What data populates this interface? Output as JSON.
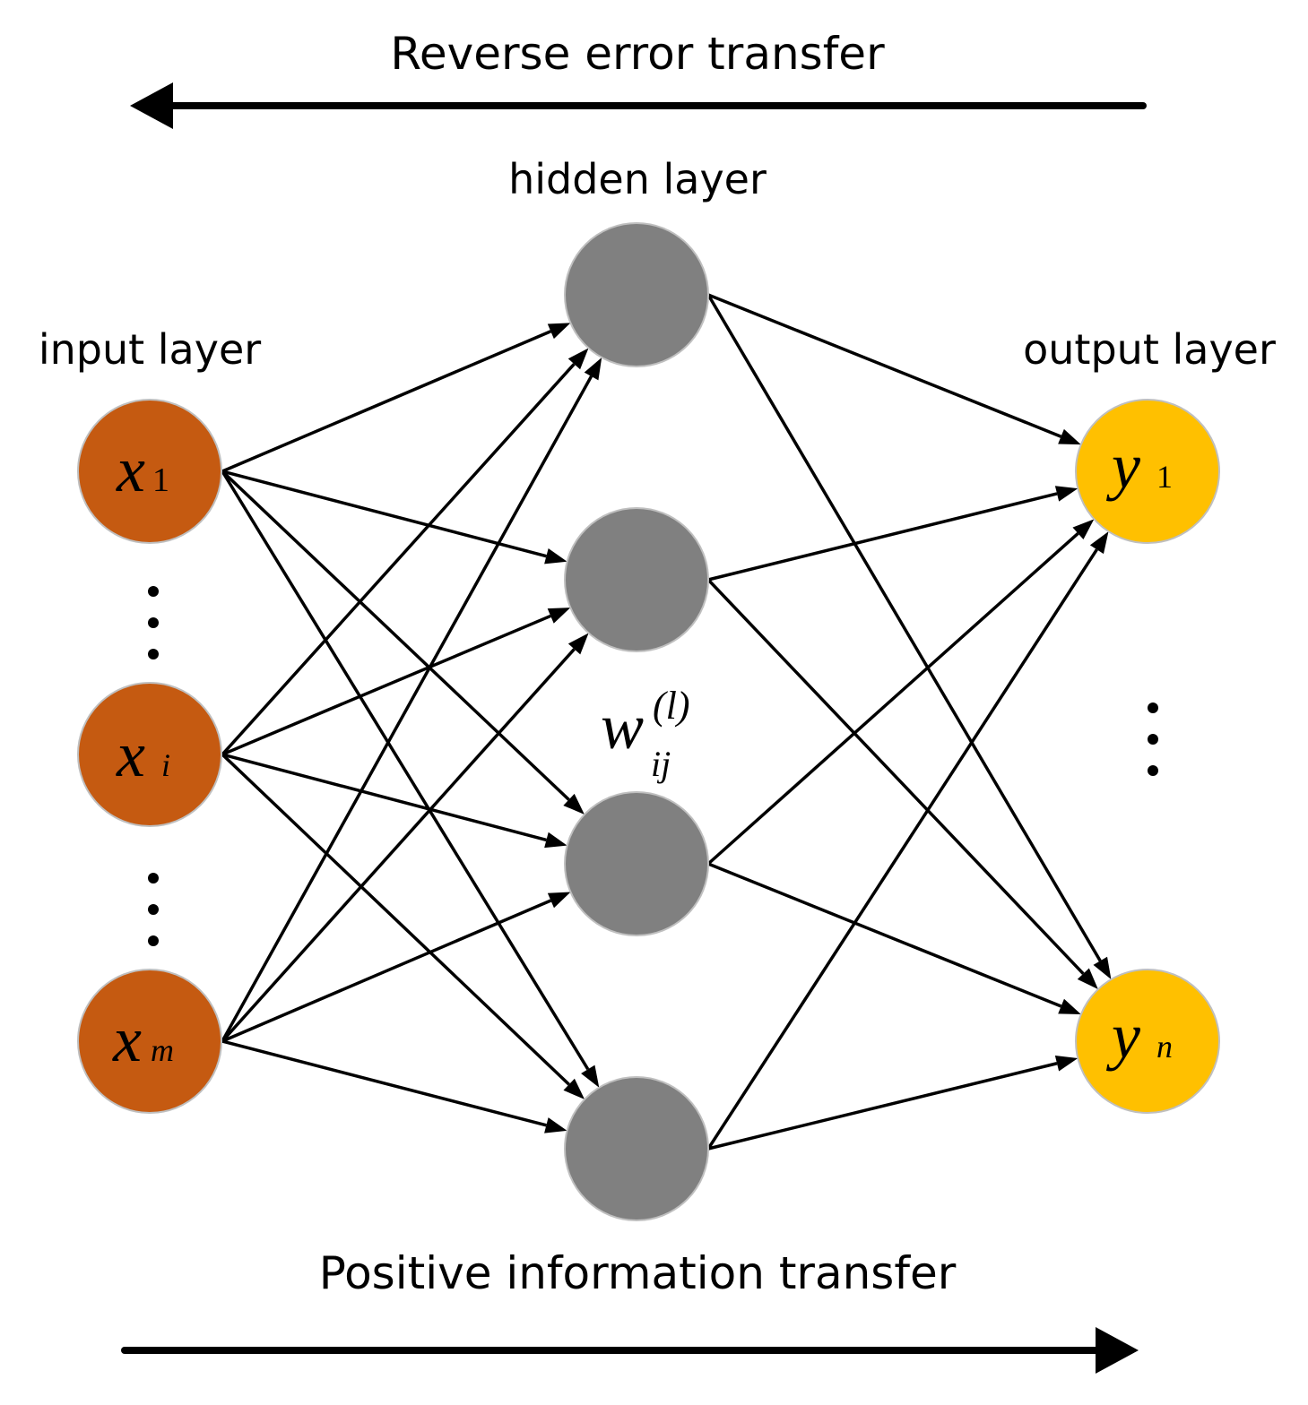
{
  "titles": {
    "top": "Reverse error transfer",
    "bottom": "Positive information transfer"
  },
  "layers": {
    "input": "input layer",
    "hidden": "hidden layer",
    "output": "output layer"
  },
  "weight": {
    "base": "w",
    "sup": "(l)",
    "sub": "ij"
  },
  "nodes": {
    "input": [
      {
        "base": "x",
        "sub": "1"
      },
      {
        "base": "x",
        "sub": "i"
      },
      {
        "base": "x",
        "sub": "m"
      }
    ],
    "hidden_count": 4,
    "output": [
      {
        "base": "y",
        "sub": "1"
      },
      {
        "base": "y",
        "sub": "n"
      }
    ]
  },
  "colors": {
    "input": "#c55a11",
    "hidden": "#808080",
    "output": "#ffc000",
    "node_stroke": "#bfbfbf",
    "line": "#000000"
  }
}
